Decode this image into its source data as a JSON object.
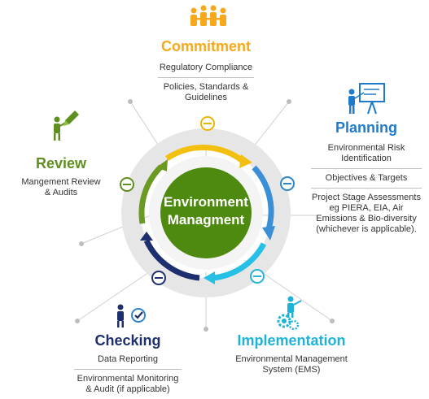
{
  "center": {
    "line1": "Environment",
    "line2": "Managment"
  },
  "colors": {
    "commitment": "#f7a81b",
    "planning": "#1f7bc9",
    "implementation": "#1eb3d6",
    "checking": "#1d2f6f",
    "review": "#5f8f1f",
    "center": "#4f8a10",
    "minus_yellow": "#f0b400",
    "minus_blue": "#2e86c8",
    "minus_cyan": "#26b5d6",
    "minus_navy": "#1d2f6f",
    "minus_green": "#5f8f1f"
  },
  "icons": {
    "commitment": "team-icon",
    "planning": "presentation-board-icon",
    "implementation": "gears-person-icon",
    "checking": "person-check-icon",
    "review": "person-pencil-icon",
    "stage": "minus-circle-icon"
  },
  "stages": {
    "commitment": {
      "title": "Commitment",
      "items": [
        "Regulatory Compliance",
        "Policies, Standards &",
        "Guidelines"
      ]
    },
    "planning": {
      "title": "Planning",
      "items": [
        "Environmental Risk",
        "Identification",
        "Objectives & Targets",
        "Project Stage Assessments",
        "eg PIERA, EIA, Air",
        "Emissions & Bio-diversity",
        "(whichever is applicable)."
      ]
    },
    "implementation": {
      "title": "Implementation",
      "items": [
        "Environmental Management",
        "System (EMS)"
      ]
    },
    "checking": {
      "title": "Checking",
      "items": [
        "Data Reporting",
        "Environmental Monitoring",
        "& Audit (if applicable)"
      ]
    },
    "review": {
      "title": "Review",
      "items": [
        "Mangement Review",
        "& Audits"
      ]
    }
  }
}
